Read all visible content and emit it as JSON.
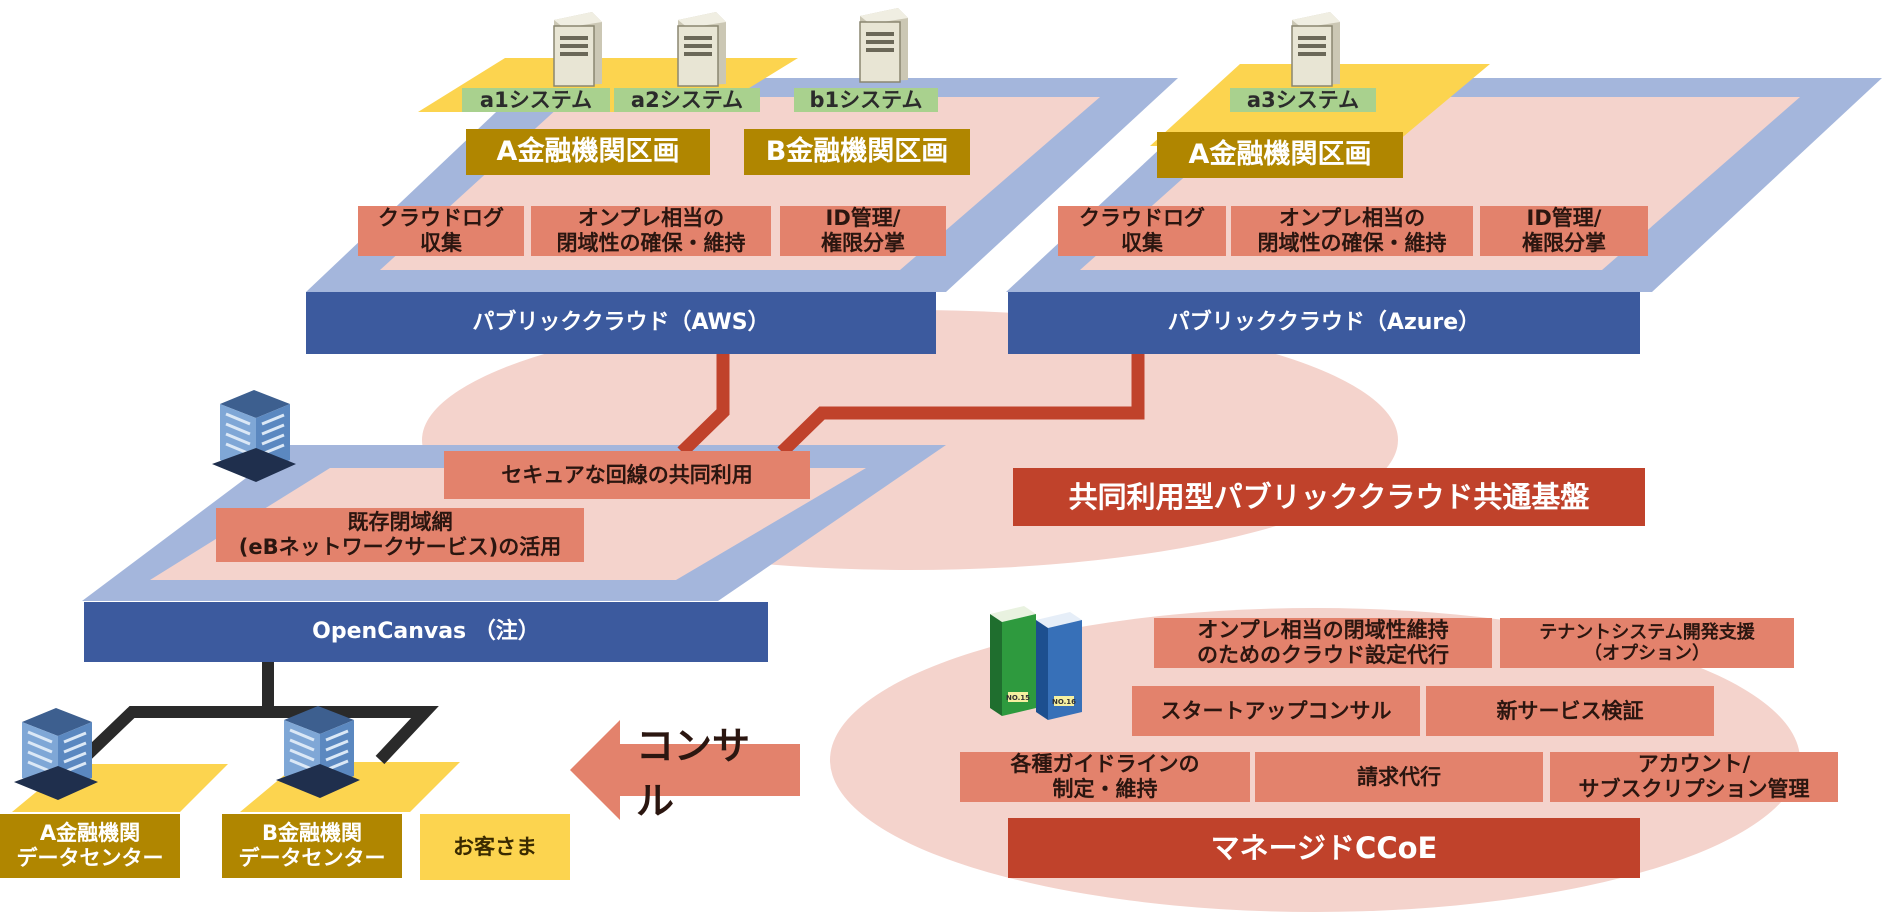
{
  "aws_region": {
    "systems": [
      "a1システム",
      "a2システム",
      "b1システム"
    ],
    "sections": [
      "A金融機関区画",
      "B金融機関区画"
    ],
    "features": [
      "クラウドログ\n収集",
      "オンプレ相当の\n閉域性の確保・維持",
      "ID管理/\n権限分掌"
    ],
    "platform": "パブリッククラウド（AWS）"
  },
  "azure_region": {
    "systems": [
      "a3システム"
    ],
    "sections": [
      "A金融機関区画"
    ],
    "features": [
      "クラウドログ\n収集",
      "オンプレ相当の\n閉域性の確保・維持",
      "ID管理/\n権限分掌"
    ],
    "platform": "パブリッククラウド（Azure）"
  },
  "shared_platform": {
    "title": "共同利用型パブリッククラウド共通基盤",
    "secure_line": "セキュアな回線の共同利用"
  },
  "opencanvas": {
    "feature": "既存閉域網\n(eBネットワークサービス)の活用",
    "platform": "OpenCanvas （注）"
  },
  "customers": {
    "datacenters": [
      "A金融機関\nデータセンター",
      "B金融機関\nデータセンター"
    ],
    "label": "お客さま"
  },
  "consult": {
    "label": "コンサル"
  },
  "ccoe": {
    "title": "マネージドCCoE",
    "services": [
      "オンプレ相当の閉域性維持\nのためのクラウド設定代行",
      "テナントシステム開発支援\n（オプション）",
      "スタートアップコンサル",
      "新サービス検証",
      "各種ガイドラインの\n制定・維持",
      "請求代行",
      "アカウント/\nサブスクリプション管理"
    ],
    "binder_labels": [
      "NO.15",
      "NO.16"
    ]
  },
  "colors": {
    "salmon": "#e3826c",
    "pink": "#f4d3cc",
    "olive": "#b08600",
    "yellow": "#fcd44f",
    "light_blue": "#a4b6dc",
    "dark_blue": "#3c5a9e",
    "red": "#c0422b",
    "green": "#a9d18e"
  },
  "icons": [
    "server-icon",
    "office-building-icon",
    "binder-icon"
  ]
}
